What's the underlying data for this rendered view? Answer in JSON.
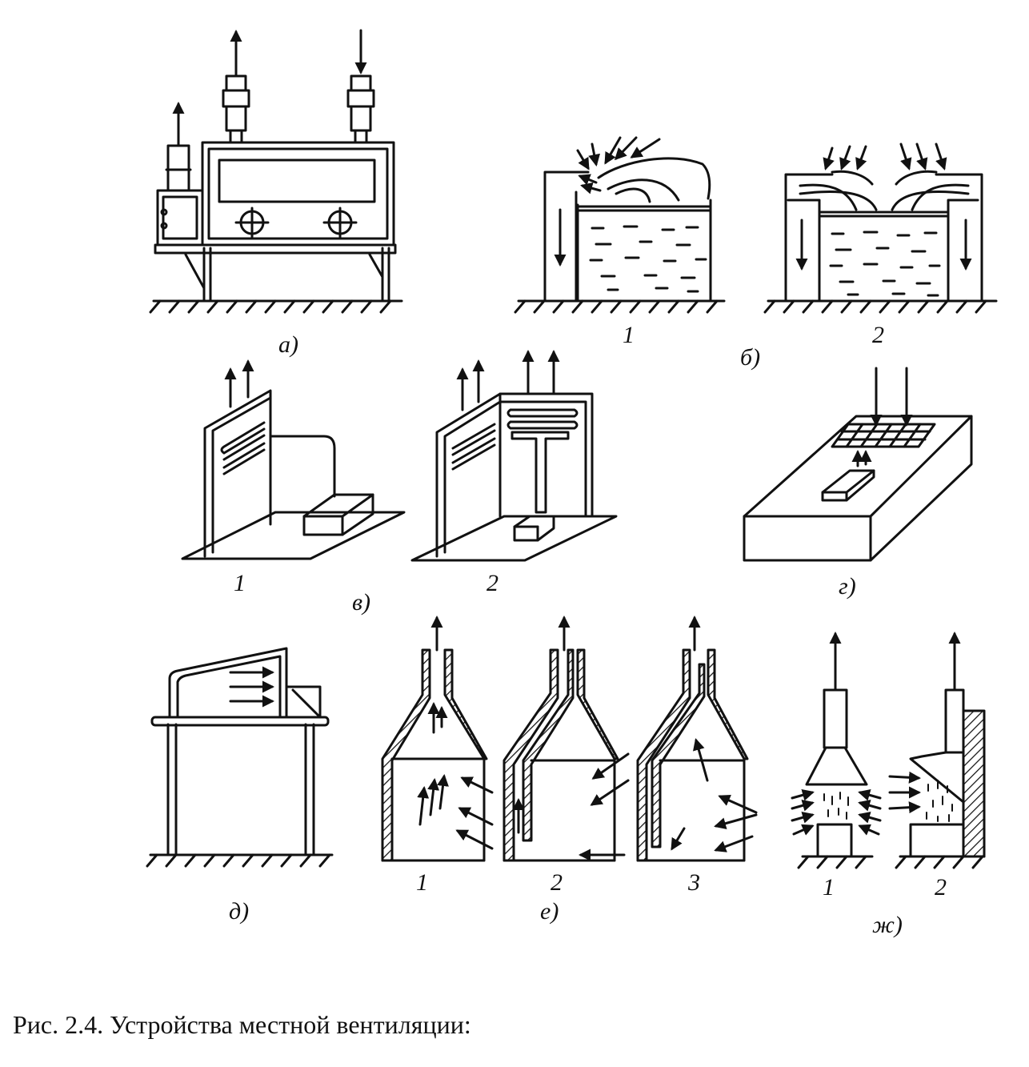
{
  "figure": {
    "caption": "Рис. 2.4. Устройства местной вентиляции:",
    "panels": [
      {
        "id": "a",
        "label": "а)"
      },
      {
        "id": "b",
        "label": "б)",
        "items": [
          "1",
          "2"
        ]
      },
      {
        "id": "v",
        "label": "в)",
        "items": [
          "1",
          "2"
        ]
      },
      {
        "id": "g",
        "label": "г)"
      },
      {
        "id": "d",
        "label": "д)"
      },
      {
        "id": "e",
        "label": "е)",
        "items": [
          "1",
          "2",
          "3"
        ]
      },
      {
        "id": "zh",
        "label": "ж)",
        "items": [
          "1",
          "2"
        ]
      }
    ]
  },
  "colors": {
    "ink": "#111111",
    "paper": "#ffffff"
  }
}
